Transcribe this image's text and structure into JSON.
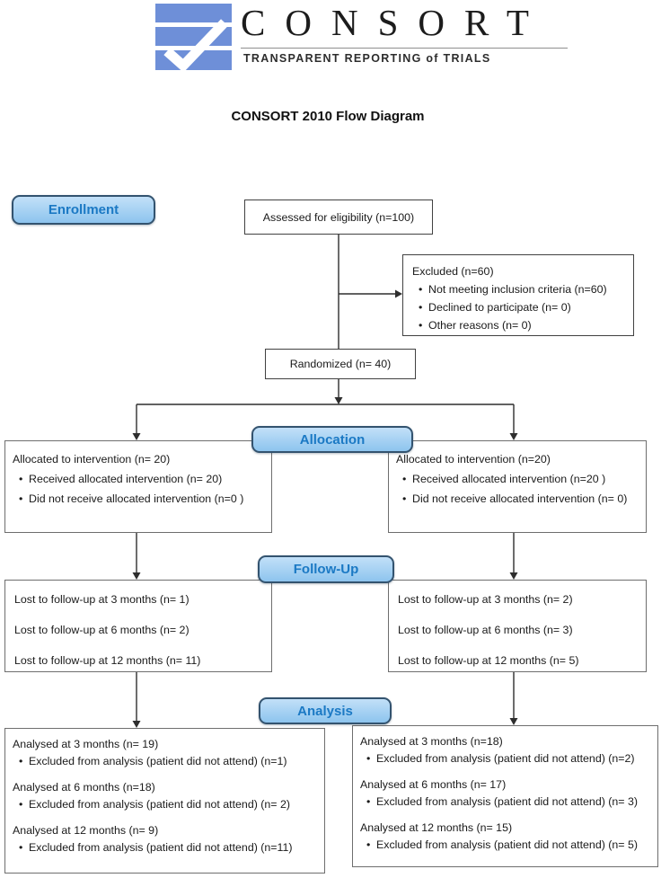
{
  "logo": {
    "brand": "CONSORT",
    "tagline": "TRANSPARENT REPORTING of TRIALS",
    "icon": "consort-checkmark-logo",
    "icon_blue": "#6e8fd8"
  },
  "title": "CONSORT 2010 Flow Diagram",
  "colors": {
    "label_border": "#33536f",
    "label_top": "#c2e0f8",
    "label_bottom": "#8dc4ee",
    "label_text": "#1b79c4",
    "line": "#2e2e2e"
  },
  "bullet": "•",
  "stages": {
    "enrollment": "Enrollment",
    "allocation": "Allocation",
    "followup": "Follow-Up",
    "analysis": "Analysis"
  },
  "boxes": {
    "assessed": "Assessed for eligibility (n=100)",
    "excluded": {
      "title": "Excluded (n=60)",
      "items": [
        "Not meeting inclusion criteria (n=60)",
        "Declined to participate (n= 0)",
        "Other reasons (n= 0)"
      ]
    },
    "randomized": "Randomized (n= 40)",
    "alloc_left": {
      "title": "Allocated to intervention (n= 20)",
      "items": [
        "Received allocated intervention (n= 20)",
        "Did not receive allocated intervention (n=0 )"
      ]
    },
    "alloc_right": {
      "title": "Allocated to intervention (n=20)",
      "items": [
        "Received allocated intervention (n=20 )",
        "Did not receive allocated intervention (n= 0)"
      ]
    },
    "followup_left": {
      "items": [
        "Lost to follow-up at 3 months (n= 1)",
        "Lost to follow-up at 6 months (n= 2)",
        "Lost to follow-up at 12 months (n= 11)"
      ]
    },
    "followup_right": {
      "items": [
        "Lost to follow-up at 3 months (n= 2)",
        "Lost to follow-up at 6 months (n= 3)",
        "Lost to follow-up at 12 months (n= 5)"
      ]
    },
    "analysis_left": {
      "groups": [
        {
          "title": "Analysed at 3 months (n= 19)",
          "detail": "Excluded from analysis (patient did not attend) (n=1)"
        },
        {
          "title": "Analysed at 6 months (n=18)",
          "detail": "Excluded from analysis (patient did not attend) (n= 2)"
        },
        {
          "title": "Analysed at 12 months (n= 9)",
          "detail": "Excluded from analysis (patient did not attend) (n=11)"
        }
      ]
    },
    "analysis_right": {
      "groups": [
        {
          "title": "Analysed at 3 months (n=18)",
          "detail": "Excluded from analysis (patient did not attend) (n=2)"
        },
        {
          "title": "Analysed at 6 months (n= 17)",
          "detail": "Excluded from analysis (patient did not attend) (n= 3)"
        },
        {
          "title": "Analysed at 12 months (n= 15)",
          "detail": "Excluded from analysis (patient did not attend) (n= 5)"
        }
      ]
    }
  }
}
